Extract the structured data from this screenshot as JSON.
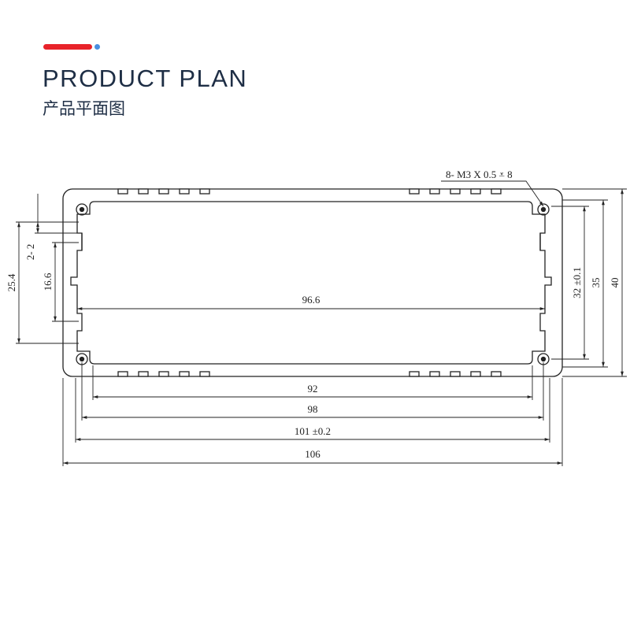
{
  "header": {
    "title": "PRODUCT PLAN",
    "subtitle": "产品平面图",
    "accent_color": "#e8232a",
    "dot_color": "#4a8fe0"
  },
  "dimensions": {
    "screw_callout": "8- M3 X 0.5 ⩡ 8",
    "inner_width": "96.6",
    "hole_pitch": "92",
    "mid_width": "98",
    "outer_tolerance_width": "101 ±0.2",
    "overall_width": "106",
    "left_outer_height": "25.4",
    "left_small": "2- 2",
    "left_inner_height": "16.6",
    "right_inner_height": "32 ±0.1",
    "right_mid_height": "35",
    "right_overall_height": "40"
  }
}
